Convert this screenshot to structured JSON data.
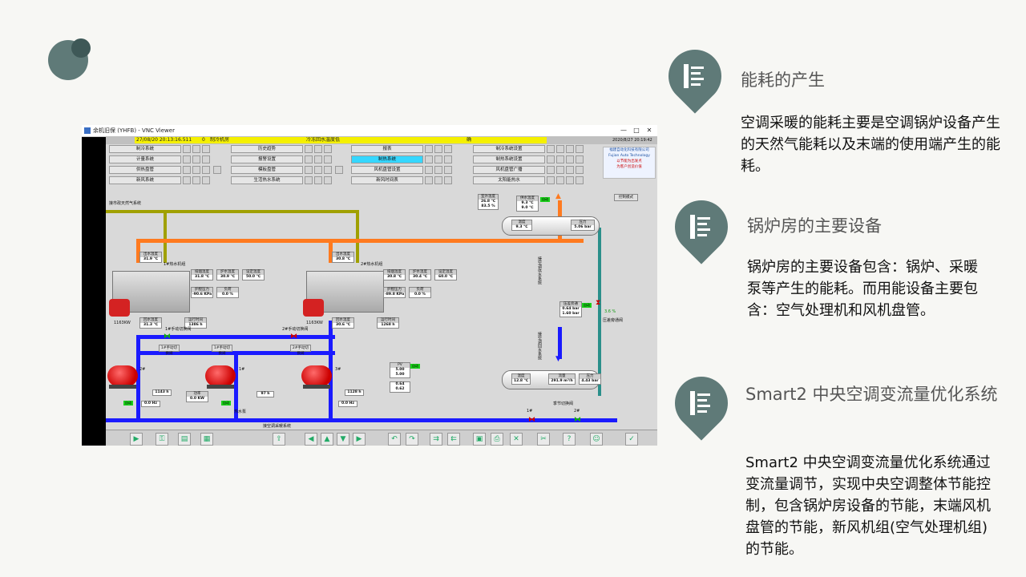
{
  "window": {
    "title": "余机旧保 (YHFB) - VNC Viewer",
    "controls": [
      "—",
      "□",
      "✕"
    ]
  },
  "hmi": {
    "status_datetime": "27/08/20 20:13:16.511",
    "status_code": "0",
    "status_location": "制冷机房",
    "status_alarm": "冷冻回水温度低",
    "status_ack": "确",
    "clock": "2020/8/27 20:19:42",
    "menu": [
      [
        "制冷系统",
        "历史趋势",
        "报表",
        "制冷系统设置"
      ],
      [
        "计量系统",
        "报警设置",
        "制热系统",
        "制热系统设置"
      ],
      [
        "供热盘管",
        "模板盘管",
        "风机盘管设置",
        "风机盘管广播"
      ],
      [
        "新风系统",
        "生活热水系统",
        "新风时间表",
        "太阳能热水"
      ]
    ],
    "active_menu": "制热系统",
    "company_logo_lines": [
      "福建自动化科技有限公司",
      "Fujian Auto Technology",
      "以节能为出发点",
      "为客户创造价值"
    ],
    "labels": {
      "gas_system": "接市政天然气系统",
      "boiler1": "1#热水机组",
      "boiler2": "2#热水机组",
      "boiler1_kw": "1163KW",
      "boiler2_kw": "1163KW",
      "valve1_label": "1#手动切换阀",
      "valve2_label": "2#手动切换阀",
      "pump1": "1#",
      "pump2": "2#",
      "pump3": "3#",
      "pump_group": "热水泵",
      "supply_main": "接空调供水系统",
      "return_main": "接空调回水系统",
      "bottom_pipe": "接空调采暖系统",
      "season_valve": "季节切换阀",
      "bypass_valve": "压差旁通阀",
      "valve_1": "1#",
      "valve_2": "2#",
      "control_mode_button": "控制模式"
    },
    "readings": {
      "supply_temp_b1": "31.9 ℃",
      "supply_temp_b2": "30.8 ℃",
      "b1_smoke": "31.8 ℃",
      "b1_water": "30.9 ℃",
      "b1_out": "50.0 ℃",
      "b2_smoke": "30.8 ℃",
      "b2_water": "30.4 ℃",
      "b2_out": "60.0 ℃",
      "b1_pressure": "-90.6 KPa",
      "b1_pct": "0.0 %",
      "b2_pressure": "-89.8 KPa",
      "b2_pct": "0.0 %",
      "b1_return": "31.3 ℃",
      "b2_return": "30.6 ℃",
      "b1_hours": "1386 h",
      "b2_hours": "1268 h",
      "pump2_hours": "1143 h",
      "pump1_hours": "97 h",
      "pump3_hours": "1128 h",
      "pump2_freq": "0.0 Hz",
      "pump1_kw": "0.0 KW",
      "pump3_freq": "0.0 Hz",
      "outdoor_temp": "26.8 ℃",
      "outdoor_hum": "83.5 %",
      "pv_supply": "9.3 ℃",
      "sv_supply": "9.0 ℃",
      "upper_tank_temp": "9.3 ℃",
      "upper_tank_pressure": "5.06 bar",
      "bypass_pv": "0.64 bar",
      "bypass_sv": "1.60 bar",
      "bypass_pct": "3.6 %",
      "heat_exch_pv": "5.00",
      "heat_exch_sv": "5.00",
      "heat_exch_pv2": "0.64",
      "heat_exch_sv2": "0.62",
      "lower_tank_temp": "12.8 ℃",
      "lower_tank_flow": "291.9 m³/h",
      "lower_tank_pressure": "4.43 bar"
    },
    "small_buttons": [
      "自动",
      "自动",
      "自动",
      "自动",
      "自动"
    ],
    "toolbar_icons": [
      "play-icon",
      "key-icon",
      "folder-icon",
      "report-icon",
      "export-icon",
      "left-icon",
      "up-icon",
      "down-icon",
      "right-icon",
      "undo-icon",
      "redo-icon",
      "forward-icon",
      "back-icon",
      "save-icon",
      "print-icon",
      "delete-icon",
      "cut-icon",
      "help-icon",
      "user-icon",
      "ok-icon"
    ]
  },
  "right_panel": {
    "sections": [
      {
        "title": "能耗的产生",
        "body": "空调采暖的能耗主要是空调锅炉设备产生的天然气能耗以及末端的使用端产生的能耗。"
      },
      {
        "title": "锅炉房的主要设备",
        "body": "锅炉房的主要设备包含：锅炉、采暖泵等产生的能耗。而用能设备主要包含：空气处理机和风机盘管。"
      },
      {
        "title": "Smart2 中央空调变流量优化系统",
        "body": "Smart2 中央空调变流量优化系统通过变流量调节，实现中央空调整体节能控制，包含锅炉房设备的节能，末端风机盘管的节能，新风机组(空气处理机组)的节能。"
      }
    ]
  },
  "colors": {
    "accent": "#5f7a78",
    "accent_dark": "#3e5857",
    "pipe_gas": "#a0a000",
    "pipe_hot": "#ff7a1f",
    "pipe_water": "#1a1aff",
    "pipe_teal": "#2a8f8a"
  }
}
